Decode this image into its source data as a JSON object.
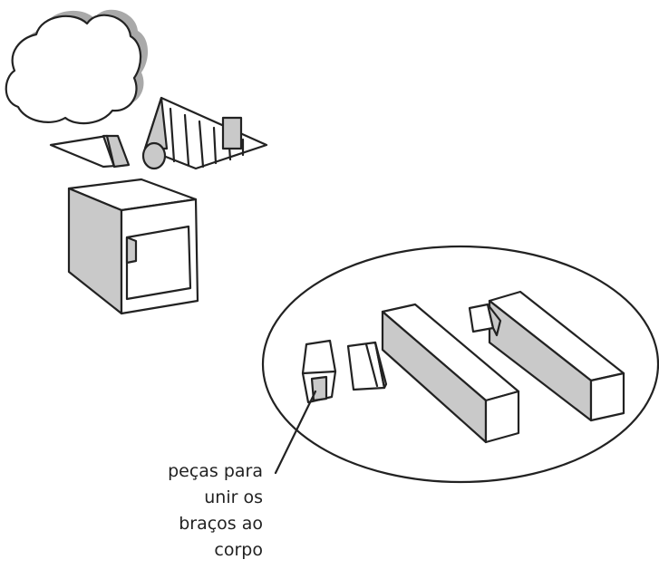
{
  "annotation": {
    "lines": [
      "peças para",
      "unir os",
      "braços ao",
      "corpo"
    ]
  },
  "colors": {
    "line": "#222222",
    "shade": "#c9c9c9",
    "cloud_fill": "#a9a9a9",
    "background": "#ffffff"
  }
}
